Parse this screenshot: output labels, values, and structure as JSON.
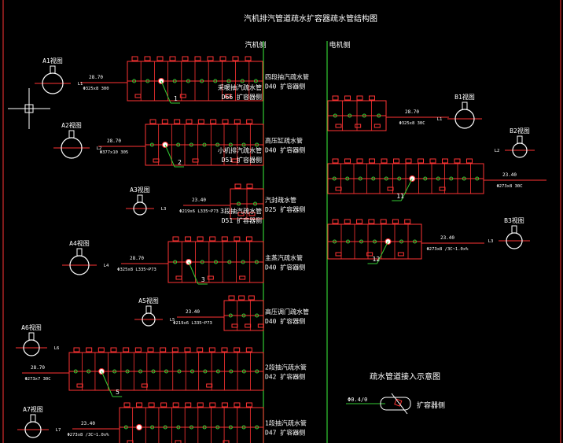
{
  "drawing": {
    "title": "汽机排汽管道疏水扩容器疏水管结构图",
    "column_left": "汽机侧",
    "column_right": "电机侧",
    "legend_title": "疏水管道接入示意图",
    "legend_label": "扩容器侧",
    "legend_value": "Φ0.4/0"
  },
  "colors": {
    "background": "#000000",
    "outline": "#ff3333",
    "text": "#ffffff",
    "bus_line": "#33cc33",
    "leader_line": "#33cc33",
    "accent": "#ffff00",
    "crosshair": "#ffffff"
  },
  "views": [
    {
      "label": "A1视图",
      "tag": "L1"
    },
    {
      "label": "A2视图",
      "tag": "L2"
    },
    {
      "label": "A3视图",
      "tag": "L3"
    },
    {
      "label": "A4视图",
      "tag": "L4"
    },
    {
      "label": "A5视图",
      "tag": "L5"
    },
    {
      "label": "A6视图",
      "tag": "L6"
    },
    {
      "label": "A7视图",
      "tag": "L7"
    },
    {
      "label": "B1视图",
      "tag": "L1"
    },
    {
      "label": "B2视图",
      "tag": "L2"
    },
    {
      "label": "B3视图",
      "tag": "L3"
    }
  ],
  "blocks": [
    {
      "line1": "四段抽汽疏水管",
      "line2": "D40 扩容器侧",
      "dim": "28.70",
      "spec": "Φ325x8 300",
      "balloon": "1"
    },
    {
      "line1": "高压缸疏水管",
      "line2": "D40 扩容器侧",
      "dim": "28.70",
      "spec": "Φ377x10 305",
      "balloon": "2"
    },
    {
      "line1": "汽封疏水管",
      "line2": "D25 扩容器侧",
      "dim": "23.40",
      "spec": "Φ219x6 L335~P73",
      "balloon": ""
    },
    {
      "line1": "主蒸汽疏水管",
      "line2": "D40 扩容器侧",
      "dim": "28.70",
      "spec": "Φ325x8 L335~P73",
      "balloon": "3"
    },
    {
      "line1": "高压调门疏水管",
      "line2": "D40 扩容器侧",
      "dim": "23.40",
      "spec": "Φ219x6 L335~P73",
      "balloon": ""
    },
    {
      "line1": "2段抽汽疏水管",
      "line2": "D42 扩容器侧",
      "dim": "28.70",
      "spec": "Φ273x7 30C",
      "balloon": "5"
    },
    {
      "line1": "1段抽汽疏水管",
      "line2": "D47 扩容器侧",
      "dim": "23.40",
      "spec": "Φ273x8 /3C~1.0x%",
      "balloon": ""
    },
    {
      "line1": "采暖抽汽疏水管",
      "line2": "D66 扩容器侧",
      "dim": "28.70",
      "spec": "Φ325x8 30C",
      "balloon": ""
    },
    {
      "line1": "小机排汽疏水管",
      "line2": "D51 扩容器侧",
      "dim": "23.40",
      "spec": "Φ273x8 30C",
      "balloon": "11"
    },
    {
      "line1": "3段抽汽疏水管",
      "line2": "D51 扩容器侧",
      "dim": "23.40",
      "spec": "Φ273x8 /3C~1.0x%",
      "balloon": "12"
    }
  ]
}
